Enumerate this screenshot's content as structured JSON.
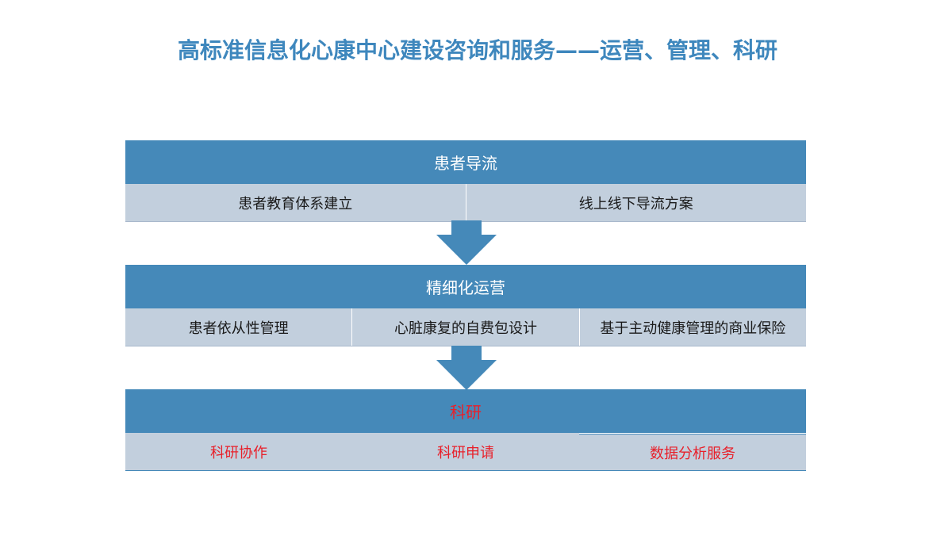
{
  "title": "高标准信息化心康中心建设咨询和服务——运营、管理、科研",
  "sections": [
    {
      "header": "患者导流",
      "items": [
        "患者教育体系建立",
        "线上线下导流方案"
      ]
    },
    {
      "header": "精细化运营",
      "items": [
        "患者依从性管理",
        "心脏康复的自费包设计",
        "基于主动健康管理的商业保险"
      ]
    },
    {
      "header": "科研",
      "items": [
        "科研协作",
        "科研申请",
        "数据分析服务"
      ]
    }
  ],
  "colors": {
    "title": "#3e87bd",
    "header_bg": "#4589b9",
    "cell_bg": "#c2cfdd",
    "highlight_text": "#e8202a",
    "arrow": "#4589b9"
  }
}
